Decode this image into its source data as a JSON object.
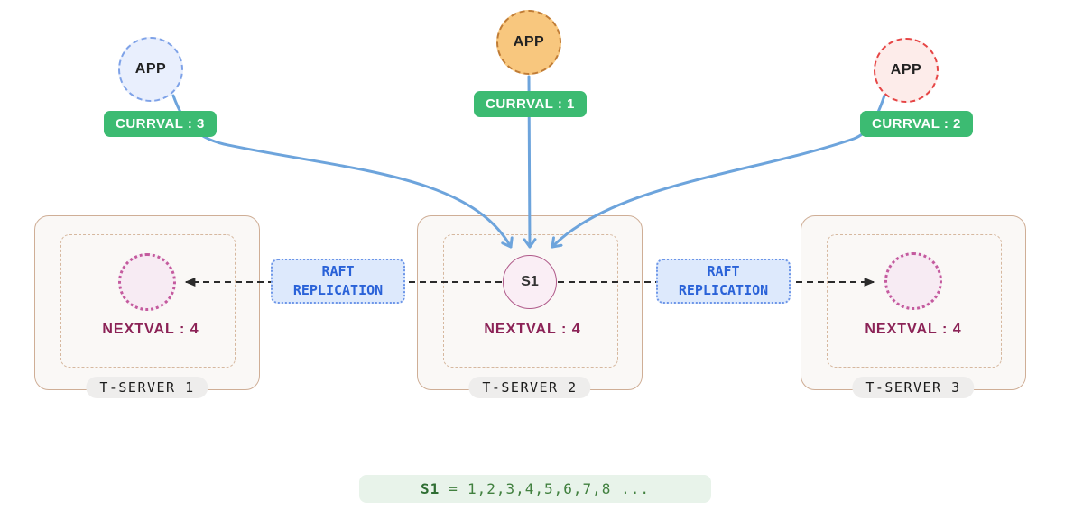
{
  "diagram": {
    "apps": [
      {
        "label": "APP",
        "currval": "CURRVAL : 3"
      },
      {
        "label": "APP",
        "currval": "CURRVAL : 1"
      },
      {
        "label": "APP",
        "currval": "CURRVAL : 2"
      }
    ],
    "servers": [
      {
        "name": "T-SERVER 1",
        "nextval": "NEXTVAL : 4"
      },
      {
        "name": "T-SERVER 2",
        "nextval": "NEXTVAL : 4",
        "leader_node": "S1"
      },
      {
        "name": "T-SERVER 3",
        "nextval": "NEXTVAL : 4"
      }
    ],
    "raft_label": {
      "line1": "RAFT",
      "line2": "REPLICATION"
    },
    "sequence": {
      "name": "S1",
      "equals": "=",
      "values": "1,2,3,4,5,6,7,8 ..."
    },
    "colors": {
      "badge_green": "#3cbb72",
      "arrow_blue": "#6da4dc",
      "raft_text_blue": "#2a62d8",
      "raft_fill": "#dde9fc",
      "nextval_maroon": "#8b2256",
      "server_border_tan": "#cfae96",
      "server_fill": "#faf8f6",
      "sequence_text_green": "#41803f",
      "sequence_fill": "#e8f3ea",
      "app_blue_fill": "#e9effd",
      "app_orange_fill": "#f8c77e",
      "app_red_fill": "#fdecea",
      "leader_circle_fill": "#faeef5",
      "replica_dot_pink": "#c45a9e"
    }
  }
}
